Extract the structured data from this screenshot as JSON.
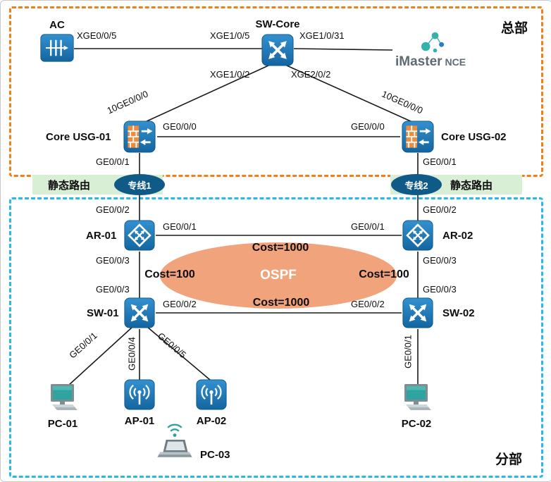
{
  "regions": {
    "hq": {
      "label": "总部"
    },
    "branch": {
      "label": "分部"
    }
  },
  "annotations": {
    "static_route_left": "静态路由",
    "static_route_right": "静态路由",
    "ospf": {
      "label": "OSPF",
      "cost_top": "Cost=1000",
      "cost_left": "Cost=100",
      "cost_right": "Cost=100",
      "cost_bottom": "Cost=1000"
    }
  },
  "devices": {
    "ac": {
      "label": "AC"
    },
    "sw_core": {
      "label": "SW-Core"
    },
    "imaster_nce": {
      "label_main": "iMaster",
      "label_sub": "NCE"
    },
    "usg01": {
      "label": "Core USG-01"
    },
    "usg02": {
      "label": "Core USG-02"
    },
    "line1": {
      "label": "专线1"
    },
    "line2": {
      "label": "专线2"
    },
    "ar01": {
      "label": "AR-01"
    },
    "ar02": {
      "label": "AR-02"
    },
    "sw01": {
      "label": "SW-01"
    },
    "sw02": {
      "label": "SW-02"
    },
    "ap01": {
      "label": "AP-01"
    },
    "ap02": {
      "label": "AP-02"
    },
    "pc01": {
      "label": "PC-01"
    },
    "pc02": {
      "label": "PC-02"
    },
    "pc03": {
      "label": "PC-03"
    }
  },
  "ports": {
    "ac_to_sw_core": "XGE0/0/5",
    "sw_core_to_ac": "XGE1/0/5",
    "sw_core_to_nce": "XGE1/0/31",
    "sw_core_to_usg01": "XGE1/0/2",
    "sw_core_to_usg02": "XGE2/0/2",
    "usg01_to_sw_core": "10GE0/0/0",
    "usg02_to_sw_core": "10GE0/0/0",
    "usg01_to_usg02": "GE0/0/0",
    "usg02_to_usg01": "GE0/0/0",
    "usg01_to_line1": "GE0/0/1",
    "usg02_to_line2": "GE0/0/1",
    "ar01_to_line1": "GE0/0/2",
    "ar02_to_line2": "GE0/0/2",
    "ar01_to_ar02": "GE0/0/1",
    "ar02_to_ar01": "GE0/0/1",
    "ar01_to_sw01": "GE0/0/3",
    "ar02_to_sw02": "GE0/0/3",
    "sw01_to_ar01": "GE0/0/3",
    "sw02_to_ar02": "GE0/0/3",
    "sw01_to_sw02": "GE0/0/2",
    "sw02_to_sw01": "GE0/0/2",
    "sw01_to_pc01": "GE0/0/1",
    "sw01_to_ap01": "GE0/0/4",
    "sw01_to_ap02": "GE0/0/5",
    "sw02_to_pc02": "GE0/0/1"
  },
  "colors": {
    "hq_border": "#f08019",
    "branch_border": "#2bb8e8",
    "ospf_fill": "#f1a37b",
    "leased_line_fill": "#0f5a87",
    "static_route_bg": "#d9efd5",
    "device_blue": "#1f78b8",
    "firewall_brick": "#ef8b3d",
    "teal_accent": "#2fa3a0"
  }
}
